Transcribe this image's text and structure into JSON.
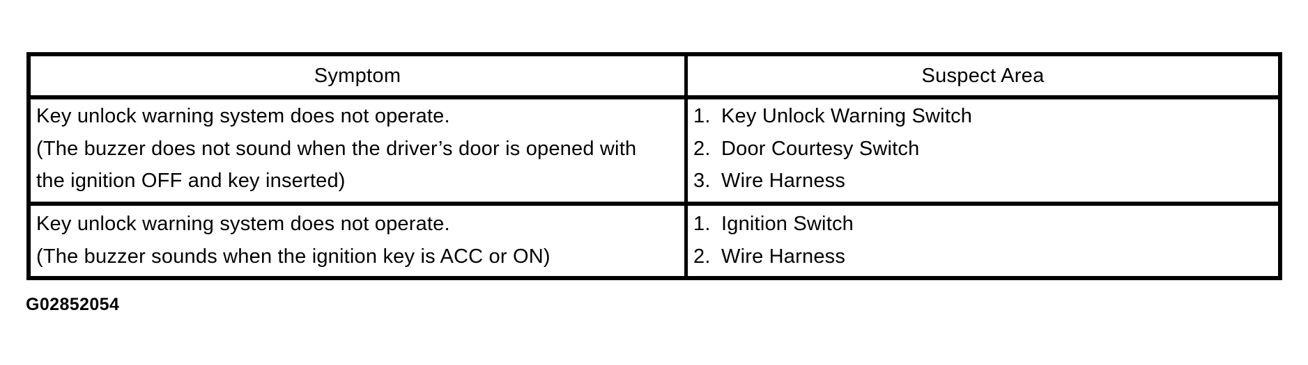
{
  "page": {
    "background": "#ffffff",
    "text_color": "#000000",
    "border_color": "#000000"
  },
  "figure_code": "G02852054",
  "table": {
    "headers": [
      "Symptom",
      "Suspect Area"
    ],
    "rows": [
      {
        "symptom_lines": [
          "Key unlock warning system does not operate.",
          "(The buzzer does not sound when the driver’s door is opened with",
          "the ignition OFF and key inserted)"
        ],
        "suspect_areas": [
          "Key Unlock Warning Switch",
          "Door Courtesy Switch",
          "Wire Harness"
        ]
      },
      {
        "symptom_lines": [
          "Key unlock warning system does not operate.",
          "(The buzzer sounds when the ignition key is ACC or ON)"
        ],
        "suspect_areas": [
          "Ignition Switch",
          "Wire Harness"
        ]
      }
    ]
  }
}
